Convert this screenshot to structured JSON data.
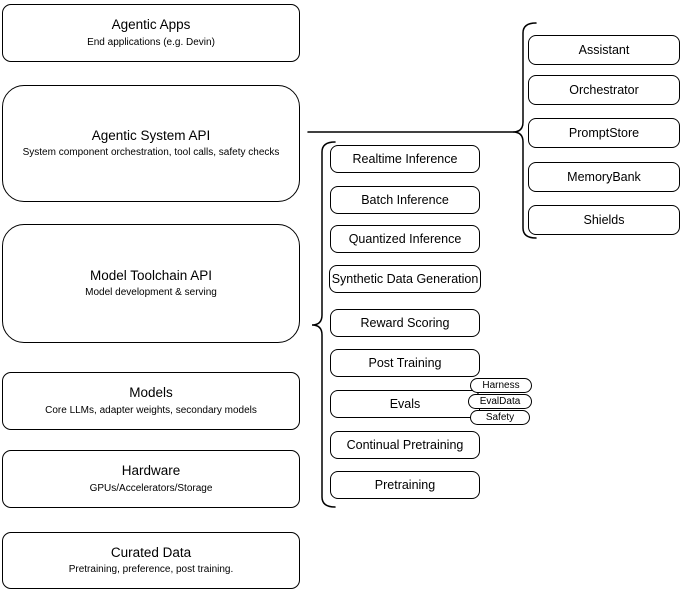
{
  "stack": [
    {
      "title": "Agentic Apps",
      "subtitle": "End applications (e.g. Devin)"
    },
    {
      "title": "Agentic System API",
      "subtitle": "System component orchestration, tool calls, safety checks"
    },
    {
      "title": "Model Toolchain API",
      "subtitle": "Model development & serving"
    },
    {
      "title": "Models",
      "subtitle": "Core LLMs, adapter weights, secondary models"
    },
    {
      "title": "Hardware",
      "subtitle": "GPUs/Accelerators/Storage"
    },
    {
      "title": "Curated Data",
      "subtitle": "Pretraining, preference, post training."
    }
  ],
  "toolchain": {
    "items": [
      "Realtime Inference",
      "Batch Inference",
      "Quantized Inference",
      "Synthetic Data Generation",
      "Reward Scoring",
      "Post Training",
      "Evals",
      "Continual Pretraining",
      "Pretraining"
    ]
  },
  "eval_tags": [
    "Harness",
    "EvalData",
    "Safety"
  ],
  "system": {
    "items": [
      "Assistant",
      "Orchestrator",
      "PromptStore",
      "MemoryBank",
      "Shields"
    ]
  },
  "colors": {
    "stroke": "#000000",
    "background": "#ffffff",
    "text": "#000000"
  }
}
